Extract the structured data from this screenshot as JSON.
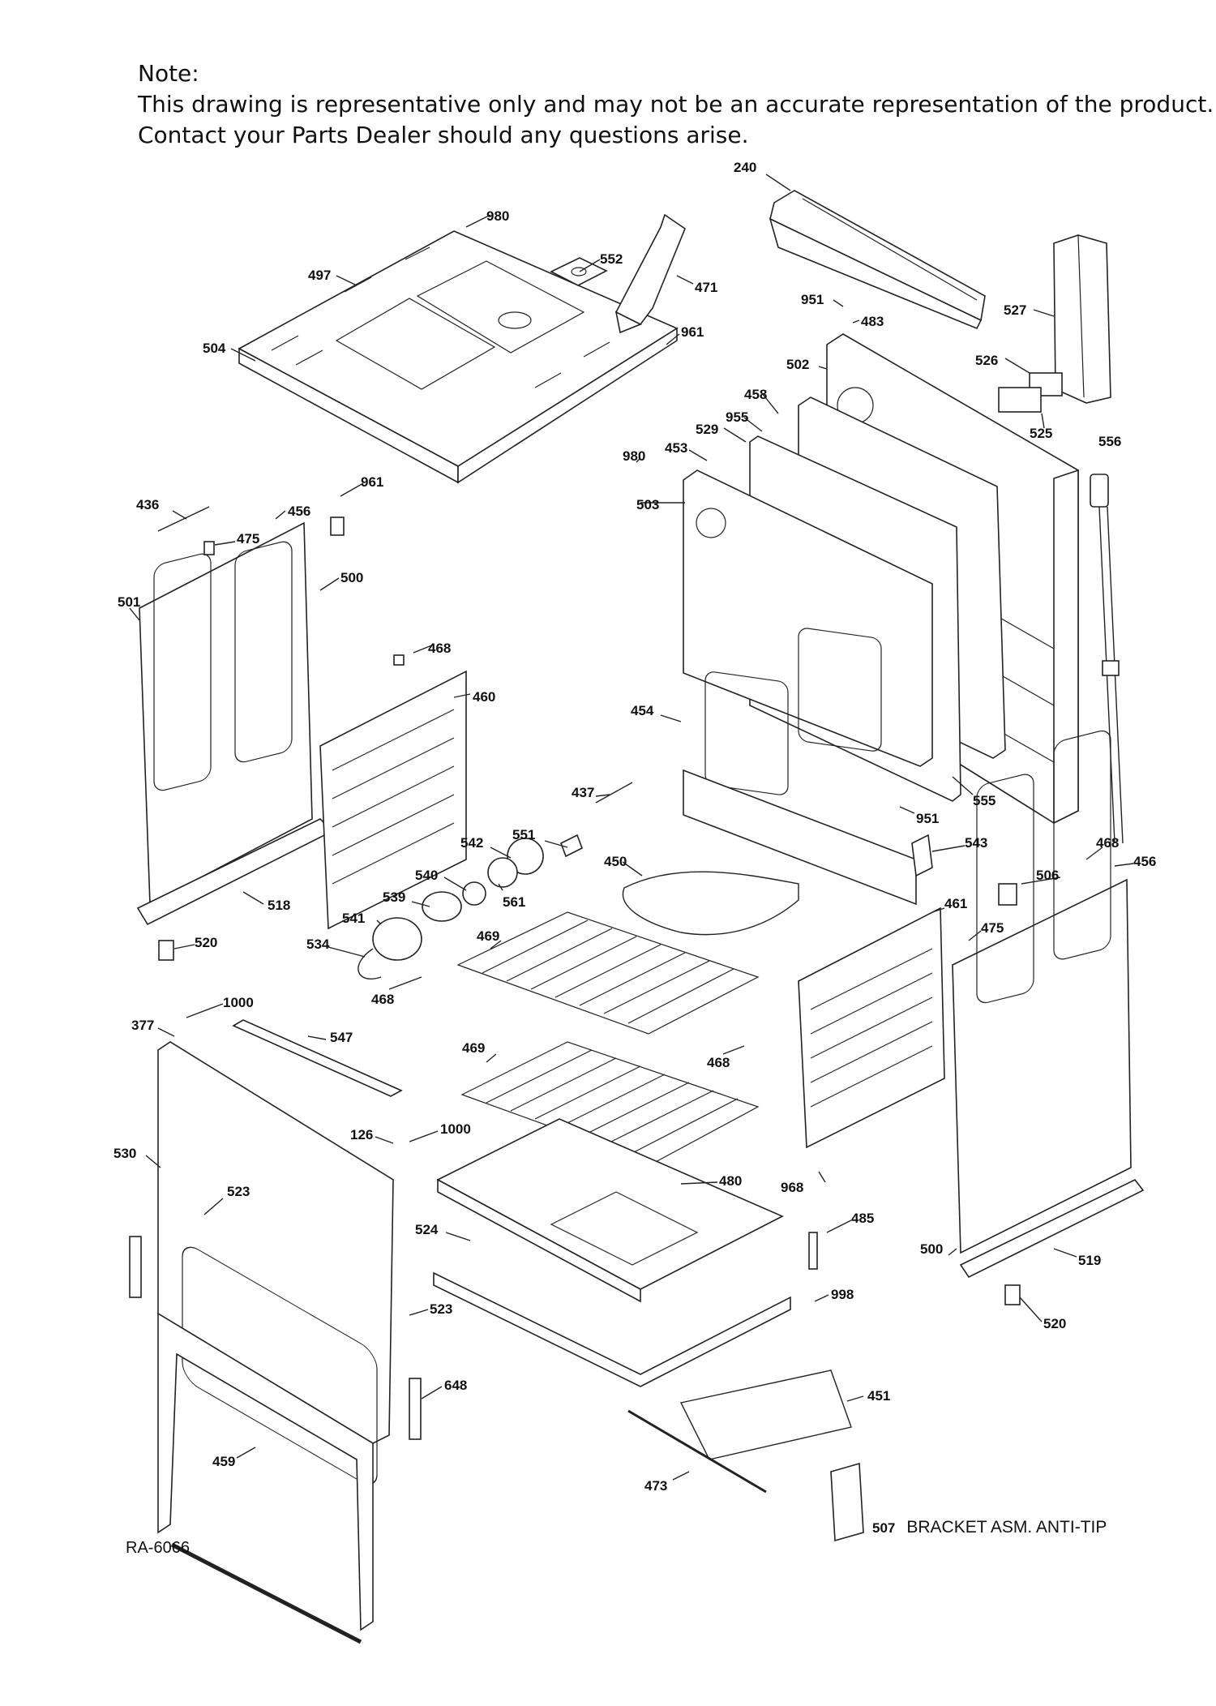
{
  "note": {
    "heading": "Note:",
    "line1": "This drawing is representative only and may not be an accurate representation of the product.",
    "line2": "Contact your Parts Dealer should any questions arise."
  },
  "diagram_code": "RA-6066",
  "legend": {
    "number": "507",
    "text": "BRACKET ASM. ANTI-TIP"
  },
  "part_labels": {
    "p240": "240",
    "p980a": "980",
    "p552": "552",
    "p471": "471",
    "p497": "497",
    "p961a": "961",
    "p504": "504",
    "p951a": "951",
    "p483": "483",
    "p527": "527",
    "p526": "526",
    "p502": "502",
    "p458": "458",
    "p955": "955",
    "p529": "529",
    "p525": "525",
    "p556": "556",
    "p453": "453",
    "p980b": "980",
    "p436": "436",
    "p961b": "961",
    "p456a": "456",
    "p503": "503",
    "p475a": "475",
    "p500a": "500",
    "p501": "501",
    "p468a": "468",
    "p460": "460",
    "p454": "454",
    "p437": "437",
    "p555": "555",
    "p951b": "951",
    "p551": "551",
    "p542": "542",
    "p450": "450",
    "p543": "543",
    "p468b": "468",
    "p456b": "456",
    "p540": "540",
    "p506": "506",
    "p539": "539",
    "p561": "561",
    "p518": "518",
    "p541": "541",
    "p461": "461",
    "p469a": "469",
    "p475b": "475",
    "p520a": "520",
    "p534": "534",
    "p468c": "468",
    "p1000a": "1000",
    "p377": "377",
    "p547": "547",
    "p469b": "469",
    "p468d": "468",
    "p126": "126",
    "p1000b": "1000",
    "p530": "530",
    "p523a": "523",
    "p480": "480",
    "p968": "968",
    "p524": "524",
    "p485": "485",
    "p500b": "500",
    "p519": "519",
    "p998": "998",
    "p523b": "523",
    "p520b": "520",
    "p648": "648",
    "p451": "451",
    "p459": "459",
    "p473": "473"
  }
}
